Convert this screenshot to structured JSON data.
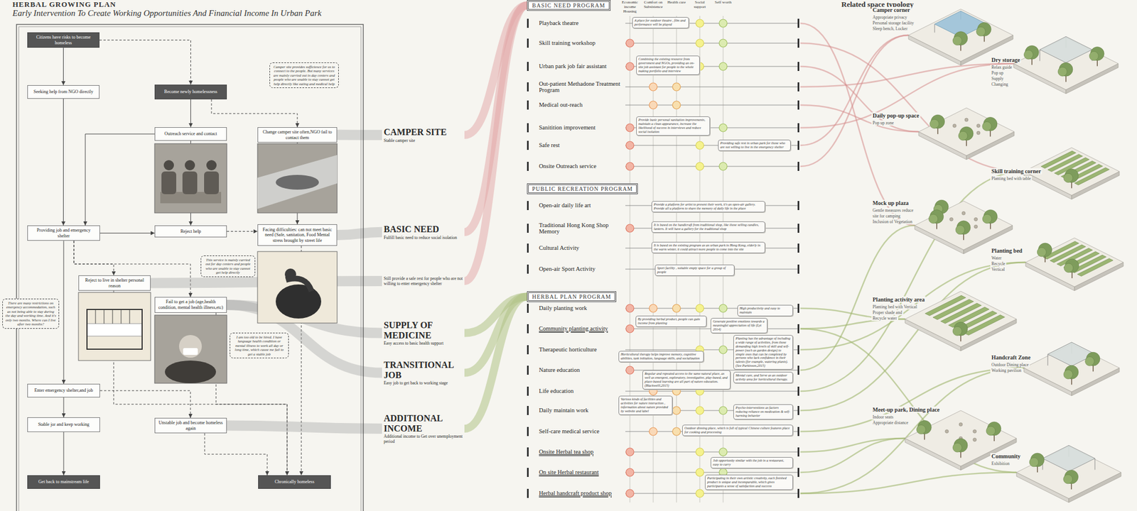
{
  "diagram": {
    "title": "HERBAL GROWING PLAN",
    "nodes": [
      {
        "text": [
          "Citizens have risks to become homeless"
        ]
      },
      {
        "text": [
          "Seeking help from NGO directly"
        ]
      },
      {
        "text": [
          "Become newly homelessness"
        ]
      },
      {
        "text": [
          "Camper site provides sufficience for us to connect to the people. But many services are mainly carried out in day centers and people who are unable to stay cannot get help directly like eating and medical help"
        ]
      },
      {
        "text": [
          "Outreach service and contact"
        ]
      },
      {
        "text": [
          "Change camper site often,NGO fail to contact them"
        ]
      },
      {
        "text": [
          "Providing job and emergency shelter"
        ]
      },
      {
        "text": [
          "Reject help"
        ]
      },
      {
        "text": [
          "Facing difficulties: can not meet basic need (Safe, sanitation, Food Mental stress brought by street life"
        ]
      },
      {
        "text": [
          "Reject to live in shelter personal reason"
        ]
      },
      {
        "text": [
          "This service is mainly carried out for day centers and people who are unable to stay cannot get help directly"
        ]
      },
      {
        "text": [
          "There are many restrictions on emergency accommodation, such as not being able to stay during the day and working time. And it's only two months. Where can I live after two months?"
        ]
      },
      {
        "text": [
          "Fail to get a job (age,health condition, mental health illness,etc)"
        ]
      },
      {
        "text": [
          "I am too old to be hired. I have language health condition or mental illness to work all day or long time, which cause me fail to get a stable job"
        ]
      },
      {
        "text": [
          "Enter emergency shelter,and job"
        ]
      },
      {
        "text": [
          "Stable jor and keep working"
        ]
      },
      {
        "text": [
          "Unstable job and become homeless again"
        ]
      },
      {
        "text": [
          "Get back to mainstream life"
        ]
      },
      {
        "text": [
          "Chronically homeless"
        ]
      },
      {
        "text": [
          "CAMPER SITE",
          "Stable camper site"
        ]
      },
      {
        "text": [
          "BASIC NEED",
          "Fulfill basic need to reduce social isolation"
        ]
      },
      {
        "text": [
          "Still provide a safe rest for people who are not willing to enter emergency shelter"
        ]
      },
      {
        "text": [
          "SUPPLY OF MEDICINE",
          "Easy access to basic health support"
        ]
      },
      {
        "text": [
          "TRANSITIONAL JOB",
          "Easy job to get back to working stage"
        ]
      },
      {
        "text": [
          "ADDITIONAL INCOME",
          "Additional income to Get over unemployment period"
        ]
      },
      {
        "text": [
          "BASIC NEED PROGRAM"
        ]
      },
      {
        "text": [
          "PUBLIC RECREATION PROGRAM"
        ]
      },
      {
        "text": [
          "HERBAL PLAN PROGRAM"
        ]
      },
      {
        "text": [
          "A place for outdoor theatre , film and performance will be played"
        ]
      },
      {
        "text": [
          "Combining the existing resource from government and NGOs, providing an on-site job assistant for people to the whole making portfolio and interview"
        ]
      },
      {
        "text": [
          "Provide basic personal sanitation improvements, maintain a clean appearance, increase the likelihood of success in interviews and reduce social isolation"
        ]
      },
      {
        "text": [
          "Providing safe rest in urban park for those who are not willing to live in the emergency shelter"
        ]
      },
      {
        "text": [
          "Provide a platform for artist to present their work, it's an open-air gallery. Provide all a platform to share the memory of daily life in the place"
        ]
      },
      {
        "text": [
          "It is based on the handicraft from traditional shop, like those selling candles, lantern. It will have a gallery for the traditional shop"
        ]
      },
      {
        "text": [
          "It is based on the existing program as an urban park in Hong Kong, elderly in the warm winter, it could attract more people to come into the site"
        ]
      },
      {
        "text": [
          "Sport facility , suitable empty space for a group of people"
        ]
      },
      {
        "text": [
          "High productivity and easy to maintain"
        ]
      },
      {
        "text": [
          "By providing herbal product, people can gain income from planting"
        ]
      },
      {
        "text": [
          "Generate positive emotions towards a meaningful appreciation of life (Lyt 2014)"
        ]
      },
      {
        "text": [
          "Planting has the advantage of including a wide range of activities, from those demanding high levels of skill and self-power (such as garden design) to simple ones that can be completed by persons who lack confidence in their talents (for example, watering plants). (See Parkinson,2015)"
        ]
      },
      {
        "text": [
          "Horticultural therapy helps improve memory, cognitive abilities, task initiation, language skills, and socialization"
        ]
      },
      {
        "text": [
          "Regular and repeated access to the same natural place, as well as emergent, exploratory, investigative, play-based, and place-based learning are all part of nature education.(Blackwelll,2015)"
        ]
      },
      {
        "text": [
          "Various kinds of facilities and activities for nature interaction , information about nature provided by website and label"
        ]
      },
      {
        "text": [
          "Mental care, and Serve as an outdoor activity area for horticultural therapy."
        ]
      },
      {
        "text": [
          "Psycho-interventions as factors reducing reliance on medication & self-harming behavior"
        ]
      },
      {
        "text": [
          "Outdoor dinning place, which is full of typical Chinese culture features place for cooking and processing"
        ]
      },
      {
        "text": [
          "Job opportunity similar with the job in a restaurant, easy to carry"
        ]
      },
      {
        "text": [
          "Participating in their own artistic creativity, each finished product is unique and incomparable, which gives participants a sense of satisfaction and success"
        ]
      }
    ],
    "edges": [
      {
        "from": 0,
        "to": 1,
        "arrow": "to"
      },
      {
        "from": 0,
        "to": 2,
        "arrow": "to"
      },
      {
        "from": 1,
        "to": 6,
        "arrow": "to"
      },
      {
        "from": 2,
        "to": 4,
        "arrow": "to"
      },
      {
        "from": 2,
        "to": 5,
        "arrow": "to"
      },
      {
        "from": 4,
        "to": 6,
        "arrow": "to"
      },
      {
        "from": 4,
        "to": 7,
        "arrow": "to"
      },
      {
        "from": 6,
        "to": 7,
        "arrow": "to"
      },
      {
        "from": 7,
        "to": 8,
        "arrow": "to"
      },
      {
        "from": 5,
        "to": 8,
        "arrow": "to"
      },
      {
        "from": 6,
        "to": 9,
        "arrow": "to"
      },
      {
        "from": 6,
        "to": 12,
        "arrow": "to"
      },
      {
        "from": 6,
        "to": 14,
        "arrow": "to"
      },
      {
        "from": 14,
        "to": 15,
        "arrow": "to"
      },
      {
        "from": 14,
        "to": 16,
        "arrow": "to"
      },
      {
        "from": 15,
        "to": 17,
        "arrow": "to"
      },
      {
        "from": 8,
        "to": 18,
        "arrow": "to"
      },
      {
        "from": 9,
        "to": 18,
        "arrow": "to"
      },
      {
        "from": 12,
        "to": 18,
        "arrow": "to"
      },
      {
        "from": 16,
        "to": 18,
        "arrow": "to"
      },
      {
        "from": 5,
        "to": 19,
        "arrow": "none"
      },
      {
        "from": 8,
        "to": 20,
        "arrow": "none"
      },
      {
        "from": 9,
        "to": 21,
        "arrow": "none"
      },
      {
        "from": 12,
        "to": 22,
        "arrow": "none"
      },
      {
        "from": 12,
        "to": 23,
        "arrow": "none"
      },
      {
        "from": 16,
        "to": 24,
        "arrow": "none"
      },
      {
        "from": 19,
        "to": 25,
        "arrow": "none"
      },
      {
        "from": 20,
        "to": 25,
        "arrow": "none"
      },
      {
        "from": 21,
        "to": 25,
        "arrow": "none"
      },
      {
        "from": 22,
        "to": 27,
        "arrow": "none"
      },
      {
        "from": 23,
        "to": 27,
        "arrow": "none"
      },
      {
        "from": 24,
        "to": 27,
        "arrow": "none"
      }
    ],
    "labels": [
      "Early Intervention To Create Working Opportunities And Financial Income In Urban Park",
      "Economic income",
      "Housing",
      "Comfort on Subsistence",
      "Health care",
      "Social support",
      "Self worth",
      "Playback theatre",
      "Skill training workshop",
      "Urban park job fair assistant",
      "Out-patient Methadone Treatment Program",
      "Medical out-reach",
      "Sanitition improvement",
      "Safe rest",
      "Onsite Outreach service",
      "Open-air daily life art",
      "Traditional Hong Kong Shop Memory",
      "Cultural Activity",
      "Open-air Sport Activity",
      "Daily planting work",
      "Community planting activity",
      "Therapeutic horticulture",
      "Nature education",
      "Life education",
      "Daily maintain work",
      "Self-care medical service",
      "Onsite Herbal tea shop",
      "On site Herbal restaurant",
      "Herbal handcraft product shop",
      "Related space typology",
      "Camper corner",
      "Appropriate privacy",
      "Personal storage facility",
      "Sleep bench, Locker",
      "Dry storage",
      "Relax guide",
      "Pop up",
      "Supply",
      "Changing",
      "Daily pop-up space",
      "Pop up zone",
      "Skill training corner",
      "Planting bed with table",
      "Mock up plaza",
      "Gentle measures reduce",
      "site for camping",
      "Inclusion of Vegetation",
      "Planting bed",
      "Water",
      "Recycle",
      "Vertical",
      "Planting activity area",
      "Planting bed with Vertical",
      "Proper shade and",
      "Recycle water",
      "Handcraft Zone",
      "Outdoor Dining place",
      "Working pavilion",
      "Meet-up park, Dining place",
      "Indoor seats",
      "Appropriate distance",
      "Community",
      "Exhibition"
    ]
  }
}
